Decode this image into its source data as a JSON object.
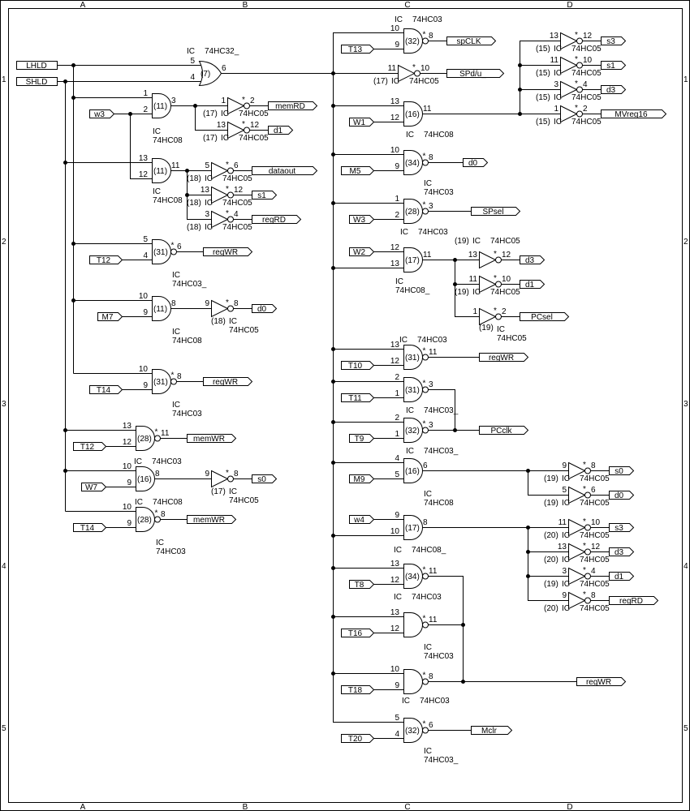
{
  "sheet": {
    "columns": [
      "A",
      "B",
      "C",
      "D"
    ],
    "rows": [
      "1",
      "2",
      "3",
      "4",
      "5"
    ]
  },
  "nand_marker": "*",
  "gates": [
    {
      "type": "or",
      "unit": "(7)",
      "pins": [
        "5",
        "4",
        "6"
      ],
      "ic": [
        "IC",
        "74HC32_"
      ]
    },
    {
      "type": "and",
      "unit": "(11)",
      "pins": [
        "1",
        "2",
        "3"
      ],
      "ic": [
        "IC",
        "74HC08"
      ]
    },
    {
      "type": "and",
      "unit": "(11)",
      "pins": [
        "13",
        "12",
        "11"
      ],
      "ic": [
        "IC",
        "74HC08"
      ]
    },
    {
      "type": "nand",
      "unit": "(31)",
      "pins": [
        "5",
        "4",
        "6"
      ],
      "ic": [
        "IC",
        "74HC03_"
      ]
    },
    {
      "type": "and",
      "unit": "(11)",
      "pins": [
        "10",
        "9",
        "8"
      ],
      "ic": [
        "IC",
        "74HC08"
      ]
    },
    {
      "type": "nand",
      "unit": "(31)",
      "pins": [
        "10",
        "9",
        "8"
      ],
      "ic": [
        "IC",
        "74HC03"
      ]
    },
    {
      "type": "nand",
      "unit": "(28)",
      "pins": [
        "13",
        "12",
        "11"
      ],
      "ic": [
        "IC",
        "74HC03"
      ]
    },
    {
      "type": "and",
      "unit": "(16)",
      "pins": [
        "10",
        "9",
        "8"
      ],
      "ic": [
        "IC",
        "74HC08"
      ]
    },
    {
      "type": "nand",
      "unit": "(28)",
      "pins": [
        "10",
        "9",
        "8"
      ],
      "ic": [
        "IC",
        "74HC03"
      ]
    },
    {
      "type": "nand",
      "unit": "(32)",
      "pins": [
        "10",
        "9",
        "8"
      ],
      "ic": [
        "IC",
        "74HC03"
      ]
    },
    {
      "type": "and",
      "unit": "(16)",
      "pins": [
        "13",
        "12",
        "11"
      ],
      "ic": [
        "IC",
        "74HC08"
      ]
    },
    {
      "type": "nand",
      "unit": "(34)",
      "pins": [
        "10",
        "9",
        "8"
      ],
      "ic": [
        "IC",
        "74HC03"
      ]
    },
    {
      "type": "nand",
      "unit": "(28)",
      "pins": [
        "1",
        "2",
        "3"
      ],
      "ic": [
        "IC",
        "74HC03"
      ]
    },
    {
      "type": "and",
      "unit": "(17)",
      "pins": [
        "12",
        "13",
        "11"
      ],
      "ic": [
        "IC",
        "74HC08_"
      ]
    },
    {
      "type": "nand",
      "unit": "(31)",
      "pins": [
        "13",
        "12",
        "11"
      ],
      "ic": [
        "IC",
        "74HC03"
      ]
    },
    {
      "type": "nand",
      "unit": "(31)",
      "pins": [
        "2",
        "1",
        "3"
      ],
      "ic": [
        "IC",
        "74HC03_"
      ]
    },
    {
      "type": "nand",
      "unit": "(32)",
      "pins": [
        "2",
        "1",
        "3"
      ],
      "ic": [
        "IC",
        "74HC03_"
      ]
    },
    {
      "type": "and",
      "unit": "(16)",
      "pins": [
        "4",
        "5",
        "6"
      ],
      "ic": [
        "IC",
        "74HC08"
      ]
    },
    {
      "type": "and",
      "unit": "(17)",
      "pins": [
        "9",
        "10",
        "8"
      ],
      "ic": [
        "IC",
        "74HC08_"
      ]
    },
    {
      "type": "nand",
      "unit": "(34)",
      "pins": [
        "13",
        "12",
        "11"
      ],
      "ic": [
        "IC",
        "74HC03"
      ]
    },
    {
      "type": "nand",
      "unit": "",
      "pins": [
        "13",
        "12",
        "11"
      ],
      "ic": [
        "IC",
        "74HC03"
      ]
    },
    {
      "type": "nand",
      "unit": "",
      "pins": [
        "10",
        "9",
        "8"
      ],
      "ic": [
        "IC",
        "74HC03"
      ]
    },
    {
      "type": "nand",
      "unit": "(32)",
      "pins": [
        "5",
        "4",
        "6"
      ],
      "ic": [
        "IC",
        "74HC03_"
      ]
    }
  ],
  "inverters": [
    {
      "unit": "(17)",
      "pins": [
        "1",
        "2"
      ],
      "ic": [
        "IC",
        "74HC05"
      ]
    },
    {
      "unit": "(17)",
      "pins": [
        "13",
        "12"
      ],
      "ic": [
        "IC",
        "74HC05"
      ]
    },
    {
      "unit": "(18)",
      "pins": [
        "5",
        "6"
      ],
      "ic": [
        "IC",
        "74HC05"
      ]
    },
    {
      "unit": "(18)",
      "pins": [
        "13",
        "12"
      ],
      "ic": [
        "IC",
        "74HC05"
      ]
    },
    {
      "unit": "(18)",
      "pins": [
        "3",
        "4"
      ],
      "ic": [
        "IC",
        "74HC05"
      ]
    },
    {
      "unit": "(18)",
      "pins": [
        "9",
        "8"
      ],
      "ic": [
        "IC",
        "74HC05"
      ]
    },
    {
      "unit": "(17)",
      "pins": [
        "9",
        "8"
      ],
      "ic": [
        "IC",
        "74HC05"
      ]
    },
    {
      "unit": "(17)",
      "pins": [
        "11",
        "10"
      ],
      "ic": [
        "IC",
        "74HC05"
      ]
    },
    {
      "unit": "(15)",
      "pins": [
        "13",
        "12"
      ],
      "ic": [
        "IC",
        "74HC05"
      ]
    },
    {
      "unit": "(15)",
      "pins": [
        "11",
        "10"
      ],
      "ic": [
        "IC",
        "74HC05"
      ]
    },
    {
      "unit": "(15)",
      "pins": [
        "3",
        "4"
      ],
      "ic": [
        "IC",
        "74HC05"
      ]
    },
    {
      "unit": "(15)",
      "pins": [
        "1",
        "2"
      ],
      "ic": [
        "IC",
        "74HC05"
      ]
    },
    {
      "unit": "(19)",
      "pins": [
        "13",
        "12"
      ],
      "ic": [
        "IC",
        "74HC05"
      ]
    },
    {
      "unit": "(19)",
      "pins": [
        "11",
        "10"
      ],
      "ic": [
        "IC",
        "74HC05"
      ]
    },
    {
      "unit": "(19)",
      "pins": [
        "1",
        "2"
      ],
      "ic": [
        "IC",
        "74HC05"
      ]
    },
    {
      "unit": "(19)",
      "pins": [
        "9",
        "8"
      ],
      "ic": [
        "IC",
        "74HC05"
      ]
    },
    {
      "unit": "(19)",
      "pins": [
        "5",
        "6"
      ],
      "ic": [
        "IC",
        "74HC05"
      ]
    },
    {
      "unit": "(20)",
      "pins": [
        "11",
        "10"
      ],
      "ic": [
        "IC",
        "74HC05"
      ]
    },
    {
      "unit": "(20)",
      "pins": [
        "13",
        "12"
      ],
      "ic": [
        "IC",
        "74HC05"
      ]
    },
    {
      "unit": "(19)",
      "pins": [
        "3",
        "4"
      ],
      "ic": [
        "IC",
        "74HC05"
      ]
    },
    {
      "unit": "(20)",
      "pins": [
        "9",
        "8"
      ],
      "ic": [
        "IC",
        "74HC05"
      ]
    }
  ],
  "input_ports": [
    {
      "label": "LHLD"
    },
    {
      "label": "SHLD"
    },
    {
      "label": "w3"
    },
    {
      "label": "T12"
    },
    {
      "label": "M7"
    },
    {
      "label": "T14"
    },
    {
      "label": "T12"
    },
    {
      "label": "W7"
    },
    {
      "label": "T14"
    },
    {
      "label": "T13"
    },
    {
      "label": "W1"
    },
    {
      "label": "M5"
    },
    {
      "label": "W3"
    },
    {
      "label": "W2"
    },
    {
      "label": "T10"
    },
    {
      "label": "T11"
    },
    {
      "label": "T9"
    },
    {
      "label": "M9"
    },
    {
      "label": "w4"
    },
    {
      "label": "T8"
    },
    {
      "label": "T16"
    },
    {
      "label": "T18"
    },
    {
      "label": "T20"
    }
  ],
  "output_ports": [
    {
      "label": "memRD"
    },
    {
      "label": "d1"
    },
    {
      "label": "dataout"
    },
    {
      "label": "s1"
    },
    {
      "label": "regRD"
    },
    {
      "label": "regWR"
    },
    {
      "label": "d0"
    },
    {
      "label": "regWR"
    },
    {
      "label": "memWR"
    },
    {
      "label": "s0"
    },
    {
      "label": "memWR"
    },
    {
      "label": "spCLK"
    },
    {
      "label": "SPd/u_"
    },
    {
      "label": "s3"
    },
    {
      "label": "s1"
    },
    {
      "label": "d3"
    },
    {
      "label": "MVreg16"
    },
    {
      "label": "d0"
    },
    {
      "label": "SPsel"
    },
    {
      "label": "d3"
    },
    {
      "label": "d1"
    },
    {
      "label": "PCsel"
    },
    {
      "label": "regWR"
    },
    {
      "label": "PCclk"
    },
    {
      "label": "s0"
    },
    {
      "label": "d0"
    },
    {
      "label": "s3"
    },
    {
      "label": "d3"
    },
    {
      "label": "d1"
    },
    {
      "label": "regRD"
    },
    {
      "label": "regWR"
    },
    {
      "label": "Mclr"
    }
  ]
}
